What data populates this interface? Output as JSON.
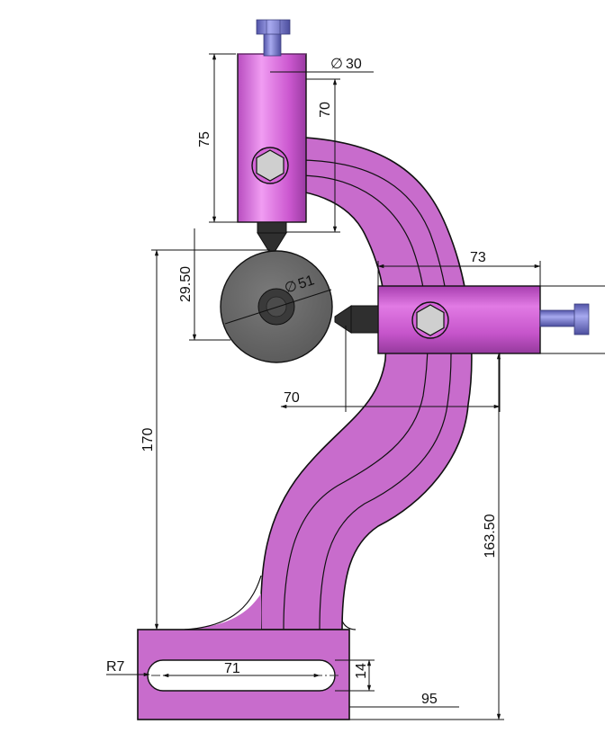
{
  "dimensions": {
    "top_diameter": "30",
    "top_length": "75",
    "top_offset": "70",
    "wheel_height": "29.50",
    "wheel_diameter": "51",
    "side_length": "73",
    "side_offset": "70",
    "total_height": "170",
    "side_height": "163.50",
    "slot_length": "71",
    "slot_width": "14",
    "slot_radius": "R7",
    "base_width": "95"
  },
  "symbols": {
    "diameter": "∅"
  },
  "colors": {
    "frame": "#c86ccc",
    "frame_dark": "#9a3f9f",
    "cylinder": "#d565d8",
    "cylinder_dark": "#a93fb0",
    "bolt": "#7173c9",
    "wheel": "#6d6d6d",
    "tip": "#2f2f2f",
    "hex": "#cfcfcf"
  }
}
